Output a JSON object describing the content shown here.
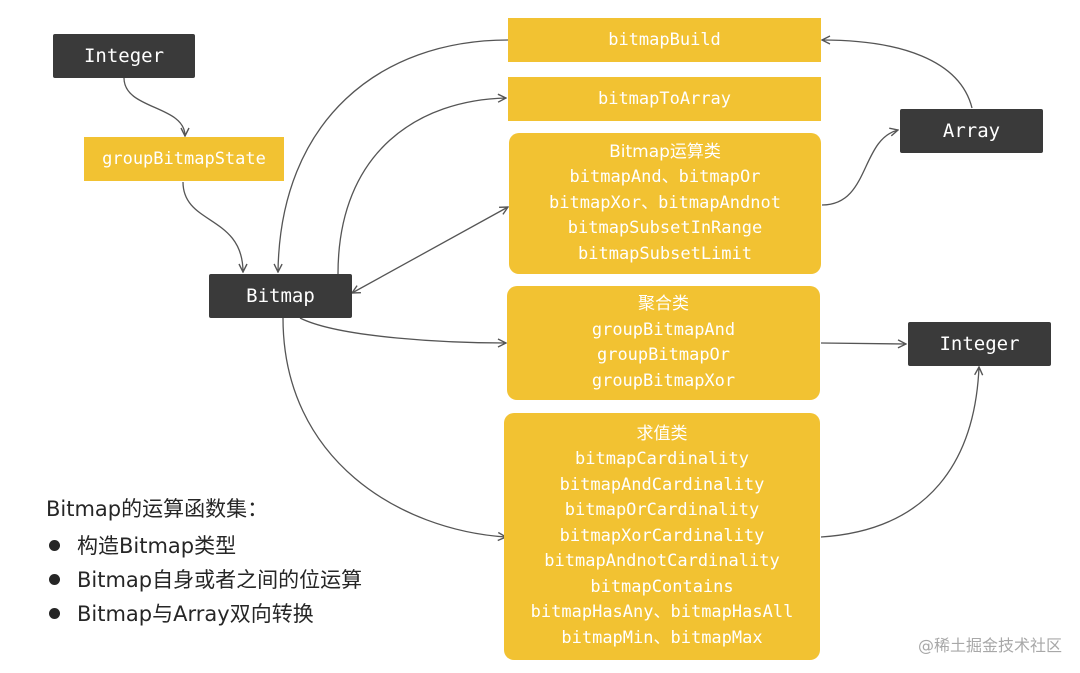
{
  "nodes": {
    "integer_top": "Integer",
    "group_bitmap_state": "groupBitmapState",
    "bitmap": "Bitmap",
    "bitmap_build": "bitmapBuild",
    "bitmap_to_array": "bitmapToArray",
    "array": "Array",
    "integer_right": "Integer"
  },
  "groups": {
    "ops": {
      "title": "Bitmap运算类",
      "items": [
        "bitmapAnd、bitmapOr",
        "bitmapXor、bitmapAndnot",
        "bitmapSubsetInRange",
        "bitmapSubsetLimit"
      ]
    },
    "agg": {
      "title": "聚合类",
      "items": [
        "groupBitmapAnd",
        "groupBitmapOr",
        "groupBitmapXor"
      ]
    },
    "value": {
      "title": "求值类",
      "items": [
        "bitmapCardinality",
        "bitmapAndCardinality",
        "bitmapOrCardinality",
        "bitmapXorCardinality",
        "bitmapAndnotCardinality",
        "bitmapContains",
        "bitmapHasAny、bitmapHasAll",
        "bitmapMin、bitmapMax"
      ]
    }
  },
  "legend": {
    "title": "Bitmap的运算函数集：",
    "items": [
      "构造Bitmap类型",
      "Bitmap自身或者之间的位运算",
      "Bitmap与Array双向转换"
    ]
  },
  "watermark": "@稀土掘金技术社区",
  "colors": {
    "dark_node": "#3a3a3a",
    "gold_node": "#f2c232",
    "arrow": "#555555"
  }
}
